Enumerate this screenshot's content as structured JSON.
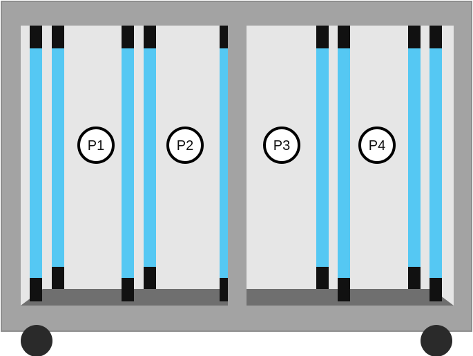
{
  "diagram": {
    "labels": [
      "P1",
      "P2",
      "P3",
      "P4"
    ]
  },
  "colors": {
    "frame": "#a3a3a3",
    "frame_bevel": "#8f8f8f",
    "panel_bg": "#e6e6e6",
    "bottom_shelf": "#6f6f6f",
    "tube_blue": "#55c8f3",
    "tube_cap": "#111111",
    "wheel": "#2a2a2a"
  }
}
